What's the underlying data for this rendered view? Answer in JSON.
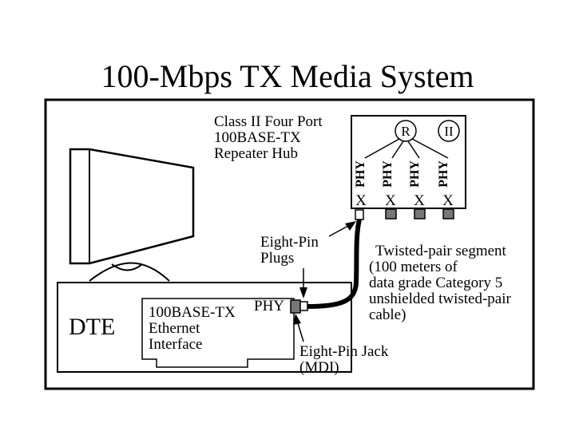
{
  "title": "100-Mbps TX Media System",
  "hub": {
    "caption_line1": "Class II Four Port",
    "caption_line2": "100BASE-TX",
    "caption_line3": "Repeater Hub",
    "repeater_label": "R",
    "class_label": "II",
    "port_phy_label": "PHY",
    "port_x_label": "X"
  },
  "dte": {
    "label": "DTE",
    "card_line1": "100BASE-TX",
    "card_line2": "Ethernet",
    "card_line3": "Interface",
    "phy_label": "PHY"
  },
  "annotations": {
    "plugs_line1": "Eight-Pin",
    "plugs_line2": "Plugs",
    "segment_line1": "Twisted-pair segment",
    "segment_line2": "(100 meters of",
    "segment_line3": "data grade Category 5",
    "segment_line4": "unshielded twisted-pair",
    "segment_line5": "cable)",
    "jack_line1": "Eight-Pin Jack",
    "jack_line2": "(MDI)"
  }
}
